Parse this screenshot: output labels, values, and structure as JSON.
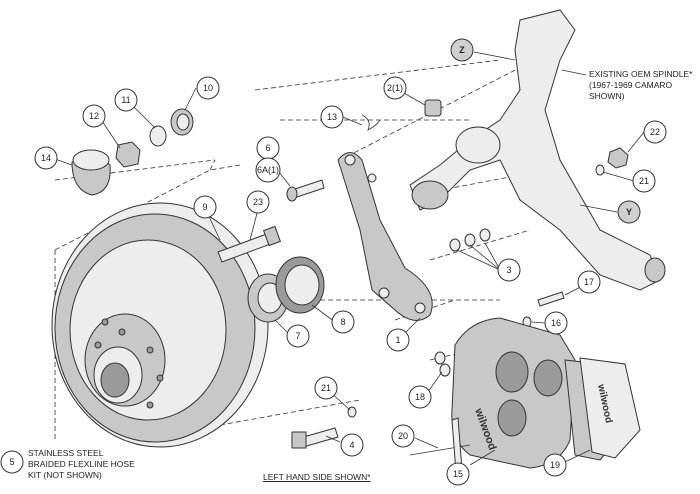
{
  "callouts": {
    "c1": "1",
    "c2": "2(1)",
    "c3": "3",
    "c4": "4",
    "c5": "5",
    "c6": "6",
    "c6a": "6A(1)",
    "c7": "7",
    "c8": "8",
    "c9": "9",
    "c10": "10",
    "c11": "11",
    "c12": "12",
    "c13": "13",
    "c14": "14",
    "c15": "15",
    "c16": "16",
    "c17": "17",
    "c18": "18",
    "c19": "19",
    "c20": "20",
    "c21a": "21",
    "c21b": "21",
    "c22": "22",
    "c23": "23",
    "cz": "Z",
    "cy": "Y"
  },
  "notes": {
    "spindle": "EXISTING OEM SPINDLE*\n(1967-1969 CAMARO\nSHOWN)",
    "hose": "STAINLESS STEEL\nBRAIDED FLEXLINE HOSE\nKIT (NOT SHOWN)",
    "side": "LEFT HAND SIDE SHOWN*"
  },
  "brand": "wilwood"
}
